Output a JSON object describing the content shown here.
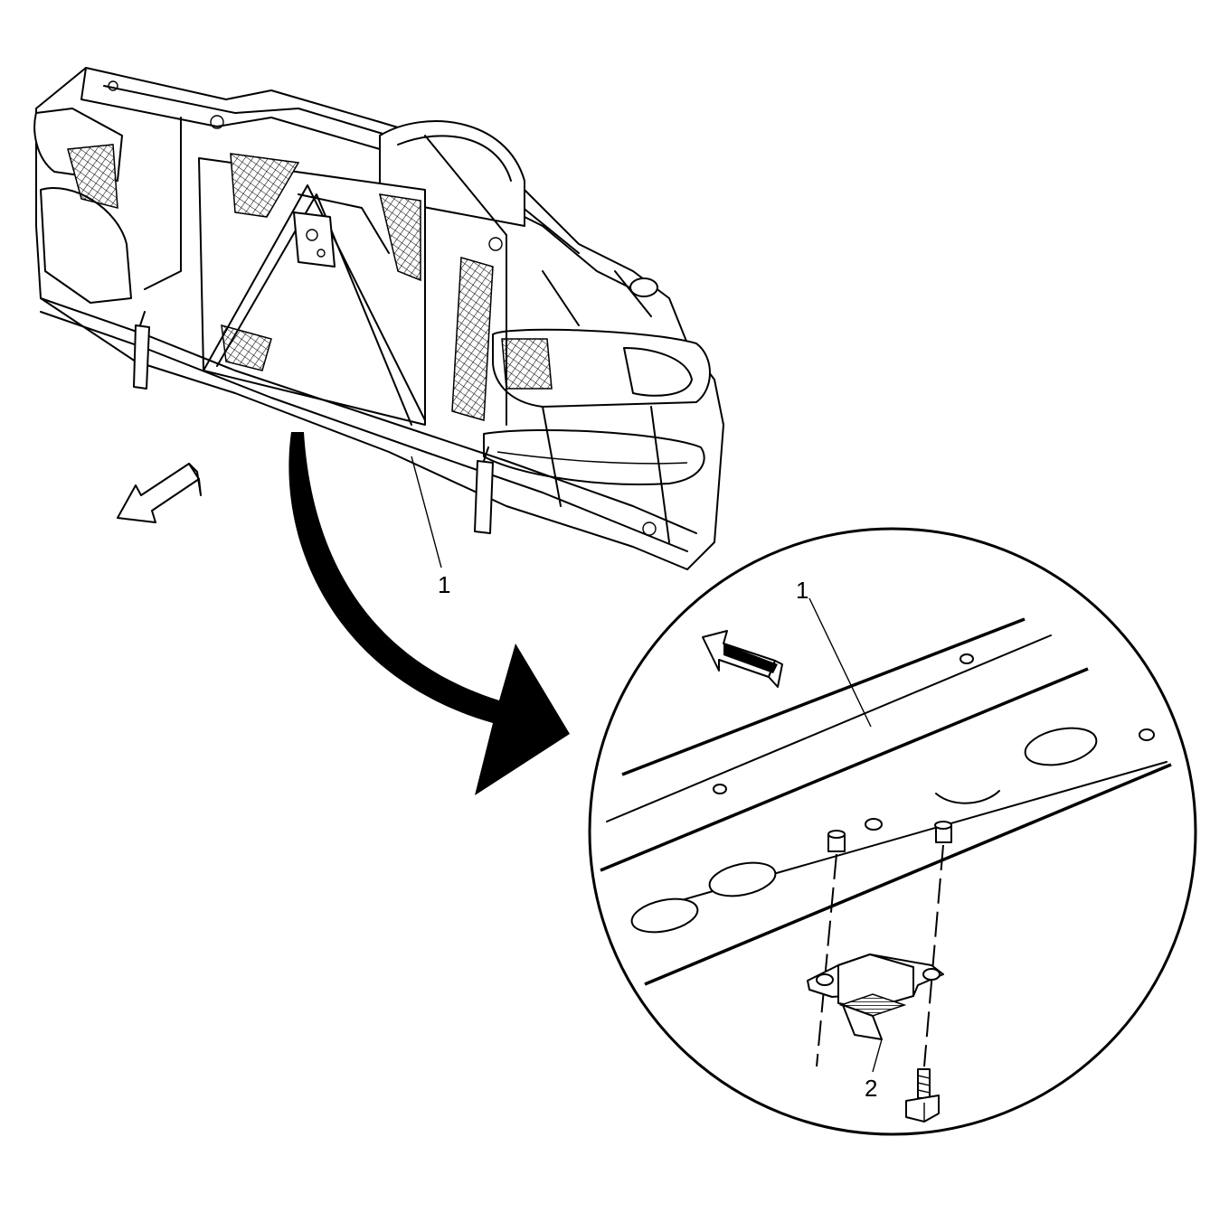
{
  "callouts": {
    "overview_frame_label": "1",
    "detail_frame_label": "1",
    "detail_part_label": "2"
  },
  "direction_arrows": [
    "front-of-vehicle-arrow",
    "front-of-vehicle-arrow"
  ],
  "colors": {
    "ink": "#000000",
    "paper": "#ffffff"
  }
}
